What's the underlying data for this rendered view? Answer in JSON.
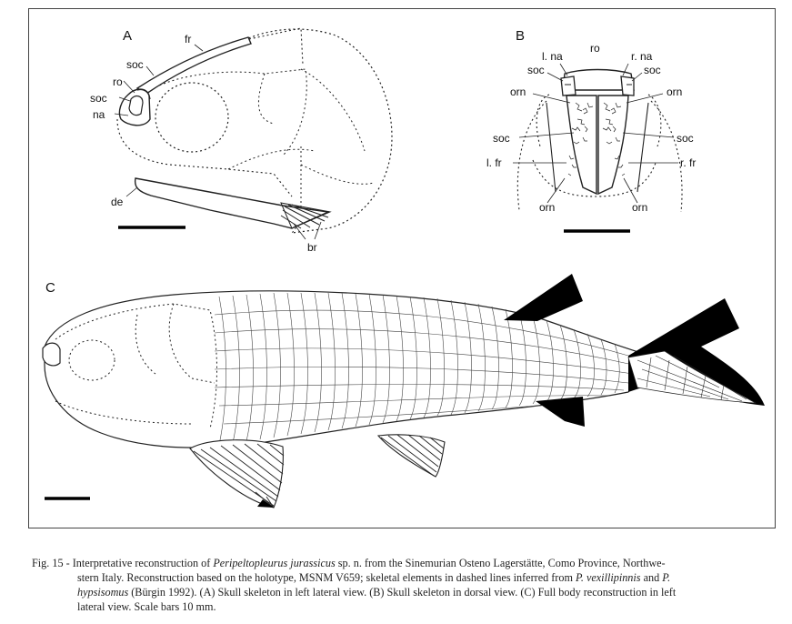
{
  "panels": {
    "a": {
      "label": "A",
      "labels": {
        "fr": "fr",
        "soc_top": "soc",
        "ro": "ro",
        "soc_side": "soc",
        "na": "na",
        "de": "de",
        "br": "br"
      }
    },
    "b": {
      "label": "B",
      "labels": {
        "l_na": "l. na",
        "ro": "ro",
        "r_na": "r. na",
        "soc_l": "soc",
        "soc_r": "soc",
        "orn_l": "orn",
        "orn_r": "orn",
        "soc_ml": "soc",
        "soc_mr": "soc",
        "l_fr": "l. fr",
        "r_fr": "r. fr",
        "orn_bl": "orn",
        "orn_br": "orn"
      }
    },
    "c": {
      "label": "C"
    }
  },
  "caption": {
    "l1_pre": "Fig. 15 - Interpretative reconstruction of ",
    "l1_species": "Peripeltopleurus jurassicus",
    "l1_post": " sp. n. from the Sinemurian Osteno Lagerstätte, Como Province, Northwe-",
    "l2_pre": "stern Italy. Reconstruction based on the holotype, MSNM V659; skeletal elements in dashed lines inferred from ",
    "l2_sp1": "P. vexillipinnis",
    "l2_mid": " and ",
    "l2_sp2": "P.",
    "l3_sp": "hypsisomus",
    "l3_post": " (Bürgin 1992). (A) Skull skeleton in left lateral view. (B) Skull skeleton in dorsal view. (C) Full body reconstruction in left",
    "l4": "lateral view. Scale bars 10 mm."
  }
}
